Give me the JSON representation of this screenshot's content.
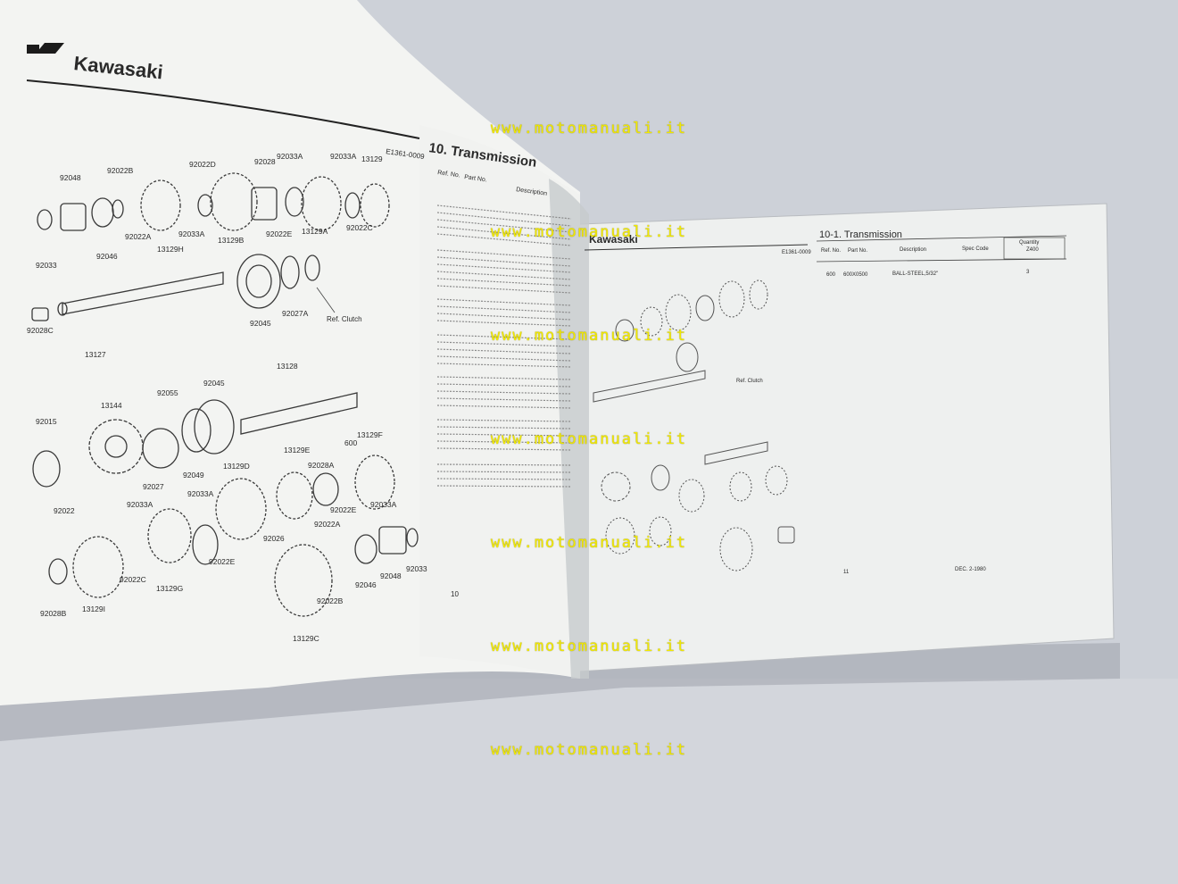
{
  "left_page": {
    "brand": "Kawasaki",
    "diagram_code": "E1361-0009",
    "page_number": "10",
    "part_labels": [
      "92048",
      "92022B",
      "92022D",
      "92028",
      "92033A",
      "92033A",
      "13129",
      "92033",
      "92046",
      "92022A",
      "13129H",
      "92033A",
      "13129B",
      "92022E",
      "13129A",
      "92022C",
      "92028C",
      "13127",
      "92045",
      "92027A",
      "13128",
      "92015",
      "13144",
      "92055",
      "92045",
      "92027",
      "92049",
      "13129D",
      "13129E",
      "92028A",
      "600",
      "13129F",
      "92022",
      "92033A",
      "92033A",
      "92022E",
      "92026",
      "92022A",
      "92022E",
      "92033A",
      "92022C",
      "13129G",
      "92022B",
      "92046",
      "92048",
      "92033",
      "92028B",
      "13129I",
      "13129C"
    ],
    "ref_clutch": "Ref. Clutch"
  },
  "table_page": {
    "heading": "10.  Transmission",
    "col_ref": "Ref. No.",
    "col_part": "Part No.",
    "col_desc": "Description"
  },
  "right_page": {
    "brand": "Kawasaki",
    "diagram_code": "E1361-0009",
    "heading": "10-1.  Transmission",
    "col_ref": "Ref. No.",
    "col_part": "Part No.",
    "col_desc": "Description",
    "col_spec": "Spec Code",
    "col_qty": "Quantity",
    "model": "Z400",
    "row": {
      "ref": "600",
      "part": "600X0500",
      "desc": "BALL-STEEL,5/32\"",
      "qty": "3"
    },
    "page_number": "11",
    "date": "DEC. 2-1980",
    "ref_clutch": "Ref. Clutch"
  },
  "watermark": "www.motomanuali.it"
}
